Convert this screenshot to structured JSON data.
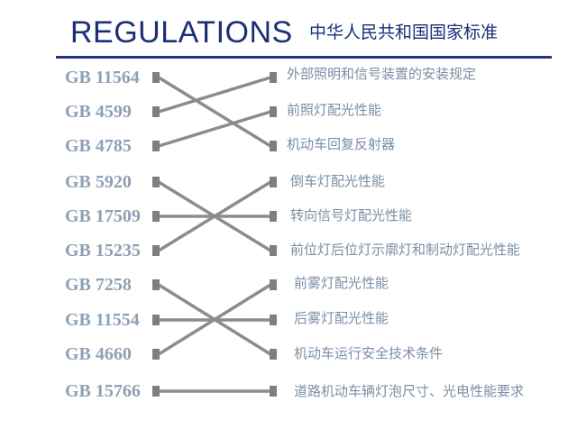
{
  "header": {
    "title": "REGULATIONS",
    "subtitle": "中华人民共和国国家标准"
  },
  "standards": [
    {
      "code": "GB 11564",
      "description": "外部照明和信号装置的安装规定"
    },
    {
      "code": "GB 4599",
      "description": "前照灯配光性能"
    },
    {
      "code": "GB 4785",
      "description": "机动车回复反射器"
    },
    {
      "code": "GB 5920",
      "description": "倒车灯配光性能"
    },
    {
      "code": "GB 17509",
      "description": "转向信号灯配光性能"
    },
    {
      "code": "GB 15235",
      "description": "前位灯后位灯示廓灯和制动灯配光性能"
    },
    {
      "code": "GB 7258",
      "description": "前雾灯配光性能"
    },
    {
      "code": "GB 11554",
      "description": "后雾灯配光性能"
    },
    {
      "code": "GB 4660",
      "description": "机动车运行安全技术条件"
    },
    {
      "code": "GB 15766",
      "description": "道路机动车辆灯泡尺寸、光电性能要求"
    }
  ],
  "colors": {
    "title": "#1c2e7a",
    "rule": "#26318a",
    "code": "#8fa0b4",
    "description": "#7a8ea6",
    "connector": "#8c8c8c"
  }
}
